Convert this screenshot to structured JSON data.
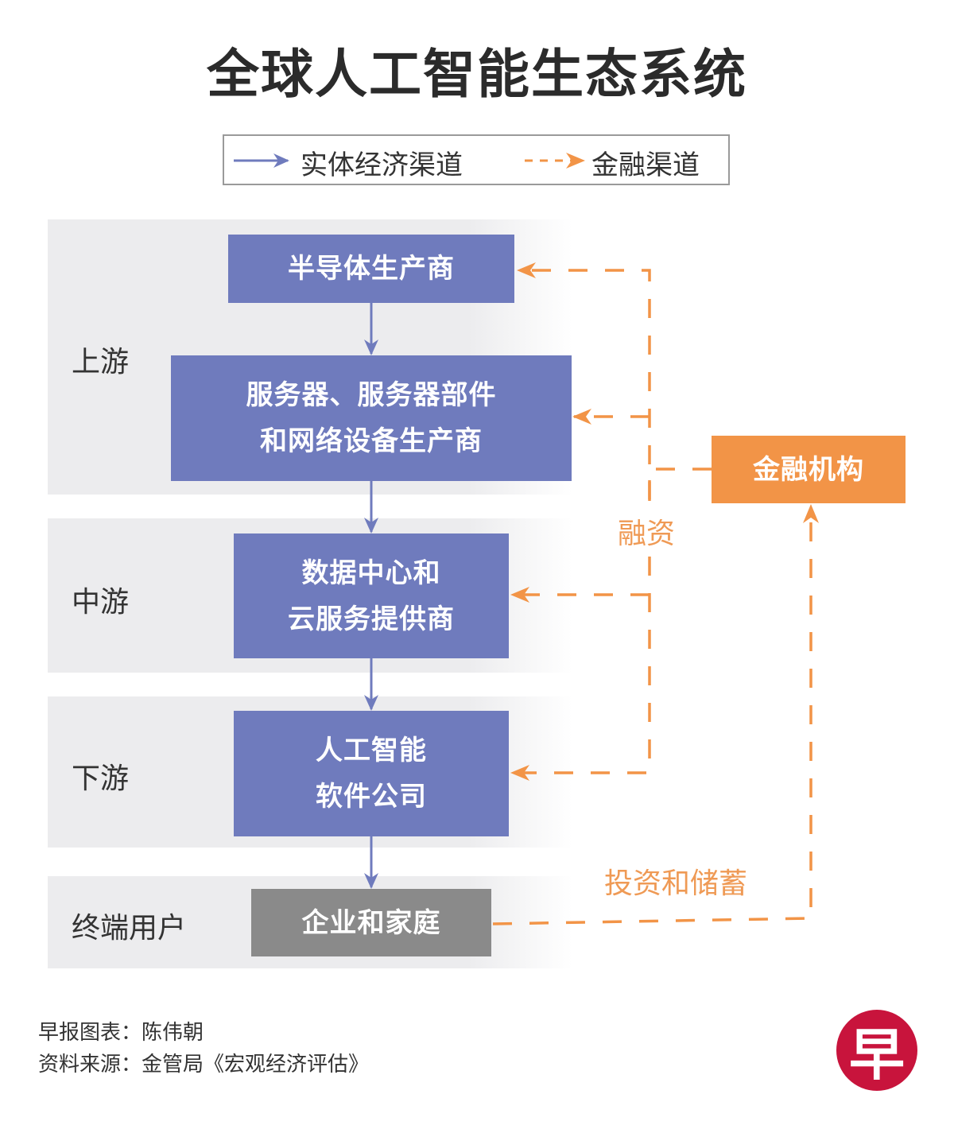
{
  "title": "全球人工智能生态系统",
  "legend": {
    "real": "实体经济渠道",
    "finance": "金融渠道"
  },
  "stages": {
    "upstream": "上游",
    "midstream": "中游",
    "downstream": "下游",
    "end_users": "终端用户"
  },
  "boxes": {
    "semiconductor": "半导体生产商",
    "server_line1": "服务器、服务器部件",
    "server_line2": "和网络设备生产商",
    "datacenter_line1": "数据中心和",
    "datacenter_line2": "云服务提供商",
    "ai_line1": "人工智能",
    "ai_line2": "软件公司",
    "enterprise": "企业和家庭",
    "financial": "金融机构"
  },
  "flow_labels": {
    "financing": "融资",
    "investment": "投资和储蓄"
  },
  "footer": {
    "credit": "早报图表：陈伟朝",
    "source": "资料来源：金管局《宏观经济评估》"
  },
  "logo": {
    "char": "早"
  },
  "colors": {
    "real": "#6f7bbd",
    "finance": "#f29447",
    "end": "#8a8a8a",
    "logo": "#c8143c"
  }
}
